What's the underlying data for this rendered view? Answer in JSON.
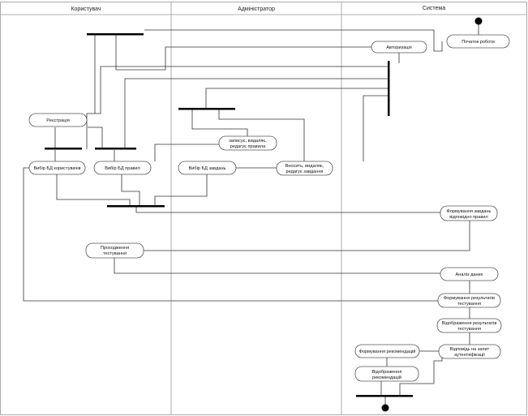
{
  "lanes": [
    {
      "key": "user",
      "title": "Користувач"
    },
    {
      "key": "admin",
      "title": "Адміністратор"
    },
    {
      "key": "system",
      "title": "Система"
    }
  ],
  "nodes": [
    {
      "key": "start_work",
      "lines": [
        "Початок роботи"
      ]
    },
    {
      "key": "authorization",
      "lines": [
        "Авторизація"
      ]
    },
    {
      "key": "registration",
      "lines": [
        "Реєстрація"
      ]
    },
    {
      "key": "edit_rules",
      "lines": [
        "записує, видаляє,",
        "редагує правила"
      ]
    },
    {
      "key": "select_user_db",
      "lines": [
        "Вибір БД користувачів"
      ]
    },
    {
      "key": "select_rules_db",
      "lines": [
        "Вибір БД правил"
      ]
    },
    {
      "key": "select_tasks_db",
      "lines": [
        "Вибір БД завдань"
      ]
    },
    {
      "key": "edit_tasks",
      "lines": [
        "Вносить, видаляє,",
        "редагує завдання"
      ]
    },
    {
      "key": "form_tasks",
      "lines": [
        "Формування завдань",
        "відповідно правил"
      ]
    },
    {
      "key": "pass_test",
      "lines": [
        "Проходження",
        "тестування"
      ]
    },
    {
      "key": "analysis",
      "lines": [
        "Аналіз даних"
      ]
    },
    {
      "key": "form_results",
      "lines": [
        "Формування результатів",
        "тестування"
      ]
    },
    {
      "key": "show_results",
      "lines": [
        "Відображення результатів",
        "тестування"
      ]
    },
    {
      "key": "auth_response",
      "lines": [
        "Відповідь на запит",
        "аутентифікації"
      ]
    },
    {
      "key": "form_recommendations",
      "lines": [
        "Формування рекомендацій"
      ]
    },
    {
      "key": "show_recommendations",
      "lines": [
        "Відображення",
        "рекомендацій"
      ]
    }
  ]
}
